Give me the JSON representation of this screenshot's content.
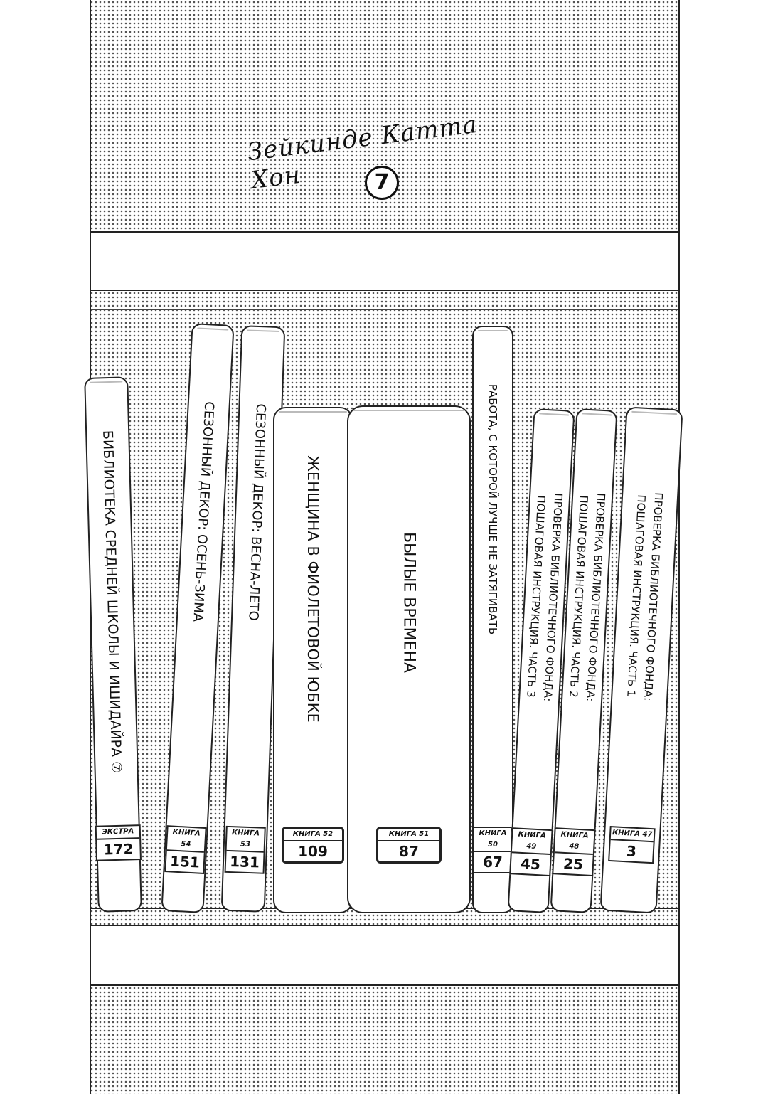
{
  "title": {
    "series": "Зейкинде Катта Хон",
    "volume_badge": "7"
  },
  "books": [
    {
      "title": "БИБЛИОТЕКА СРЕДНЕЙ ШКОЛЫ И ИШИДАЙРА ⑦",
      "label": "ЭКСТРА",
      "number": "172"
    },
    {
      "title": "СЕЗОННЫЙ ДЕКОР: ОСЕНЬ-ЗИМА",
      "label": "КНИГА 54",
      "number": "151"
    },
    {
      "title": "СЕЗОННЫЙ ДЕКОР: ВЕСНА-ЛЕТО",
      "label": "КНИГА 53",
      "number": "131"
    },
    {
      "title": "ЖЕНЩИНА В ФИОЛЕТОВОЙ ЮБКЕ",
      "label": "КНИГА 52",
      "number": "109"
    },
    {
      "title": "БЫЛЫЕ ВРЕМЕНА",
      "label": "КНИГА 51",
      "number": "87"
    },
    {
      "title": "РАБОТА, С КОТОРОЙ ЛУЧШЕ НЕ ЗАТЯГИВАТЬ",
      "label": "КНИГА 50",
      "number": "67"
    },
    {
      "title": "ПРОВЕРКА БИБЛИОТЕЧНОГО ФОНДА:\nПОШАГОВАЯ ИНСТРУКЦИЯ. ЧАСТЬ 3",
      "label": "КНИГА 49",
      "number": "45"
    },
    {
      "title": "ПРОВЕРКА БИБЛИОТЕЧНОГО ФОНДА:\nПОШАГОВАЯ ИНСТРУКЦИЯ. ЧАСТЬ 2",
      "label": "КНИГА 48",
      "number": "25"
    },
    {
      "title": "ПРОВЕРКА БИБЛИОТЕЧНОГО ФОНДА:\nПОШАГОВАЯ ИНСТРУКЦИЯ. ЧАСТЬ 1",
      "label": "КНИГА 47",
      "number": "3"
    }
  ]
}
